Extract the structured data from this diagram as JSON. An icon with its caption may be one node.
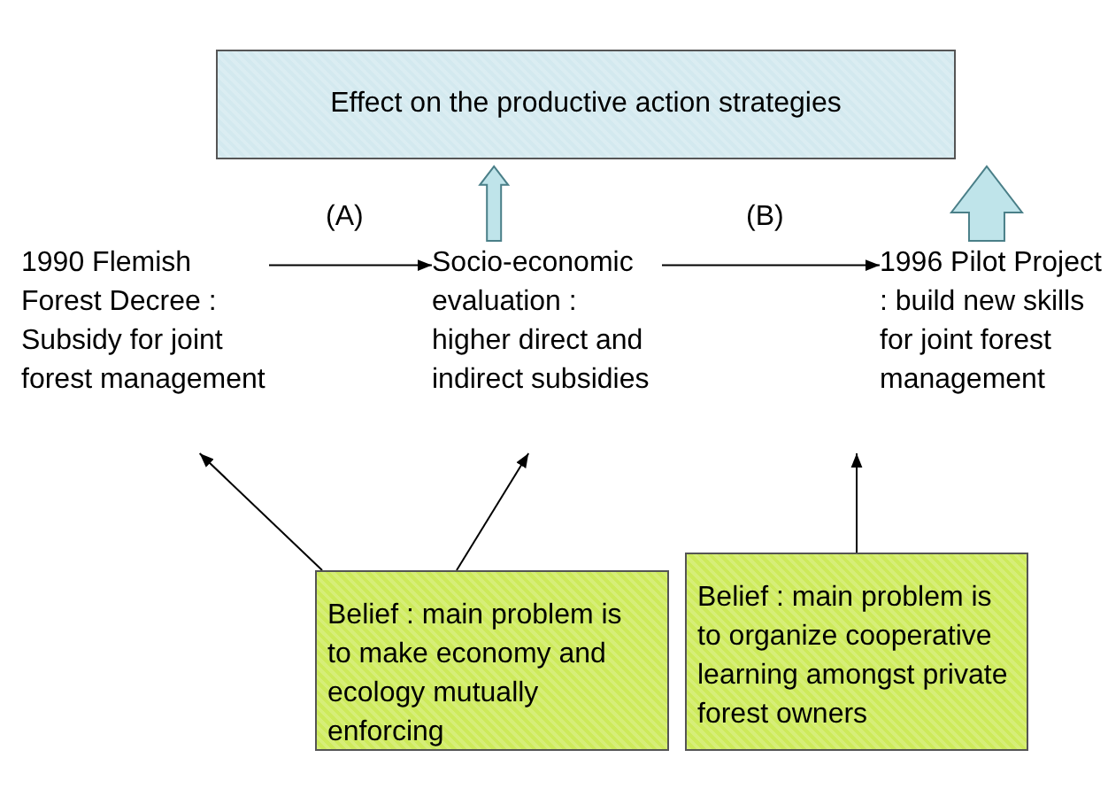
{
  "diagram": {
    "nodes": [
      {
        "text": [
          "Effect on the productive action strategies"
        ]
      },
      {
        "text": [
          "1990 Flemish Forest Decree : Subsidy for joint forest management"
        ]
      },
      {
        "text": [
          "Socio-economic evaluation : higher direct and indirect subsidies"
        ]
      },
      {
        "text": [
          "1996 Pilot Project : build new skills for joint forest management"
        ]
      },
      {
        "text": [
          "Belief : main problem is to make economy and ecology mutually enforcing"
        ]
      },
      {
        "text": [
          "Belief : main problem is to organize cooperative learning amongst private forest owners"
        ]
      }
    ],
    "edges": [
      {
        "from": 1,
        "to": 2,
        "arrow": "to",
        "label": "(A)"
      },
      {
        "from": 2,
        "to": 3,
        "arrow": "to",
        "label": "(B)"
      },
      {
        "from": 2,
        "to": 0,
        "arrow": "to",
        "style": "thick"
      },
      {
        "from": 3,
        "to": 0,
        "arrow": "to",
        "style": "thick"
      },
      {
        "from": 4,
        "to": 1,
        "arrow": "to"
      },
      {
        "from": 4,
        "to": 2,
        "arrow": "to"
      },
      {
        "from": 5,
        "to": 3,
        "arrow": "to"
      }
    ]
  }
}
